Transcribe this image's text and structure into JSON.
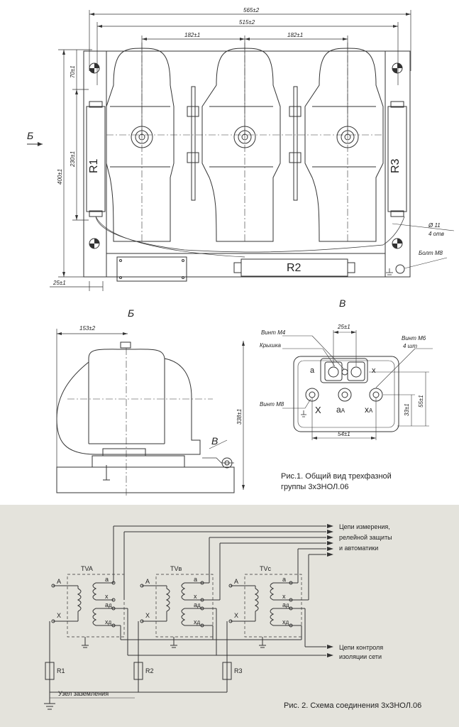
{
  "figure1": {
    "dims": {
      "overall_width": "565±2",
      "frame_width": "515±2",
      "pitch_left": "182±1",
      "pitch_right": "182±1",
      "height_overall": "400±1",
      "height_top": "70±1",
      "height_resistor": "230±1",
      "left_offset": "25±1",
      "side_width": "153±2",
      "side_height": "338±1",
      "screw_pitch": "25±1",
      "box_width": "54±1",
      "h1": "33±1",
      "h2": "55±1"
    },
    "resistors": {
      "r1": "R1",
      "r2": "R2",
      "r3": "R3"
    },
    "notes": {
      "hole_dia": "Ø 11",
      "hole_count": "4 отв",
      "bolt": "Болт M8",
      "screw_m4": "Винт M4",
      "cover": "Крышка",
      "screw_m6": "Винт M6",
      "screw_m6_count": "4 шт",
      "screw_m8": "Винт M8"
    },
    "views": {
      "b_arrow": "Б",
      "b_title": "Б",
      "v_title": "В",
      "v_arrow": "В"
    },
    "terminals": {
      "a": "a",
      "x": "x",
      "aA": "a",
      "aA_sub": "А",
      "xA": "x",
      "xA_sub": "А",
      "X": "X"
    },
    "caption_line1": "Рис.1. Общий вид трехфазной",
    "caption_line2": "группы 3хЗНОЛ.06"
  },
  "figure2": {
    "outputs_top": [
      "Цепи измерения,",
      "релейной защиты",
      "и автоматики"
    ],
    "outputs_bottom": [
      "Цепи контроля",
      "изоляции сети"
    ],
    "transformers": [
      {
        "name": "TVA",
        "A": "A",
        "X": "X",
        "a": "a",
        "x": "x",
        "ad": "a",
        "xd": "x",
        "sub": "д"
      },
      {
        "name": "TVв",
        "A": "A",
        "X": "X",
        "a": "a",
        "x": "x",
        "ad": "a",
        "xd": "x",
        "sub": "д"
      },
      {
        "name": "TVс",
        "A": "A",
        "X": "X",
        "a": "a",
        "x": "x",
        "ad": "a",
        "xd": "x",
        "sub": "д"
      }
    ],
    "resistors": [
      "R1",
      "R2",
      "R3"
    ],
    "ground_node": "Узел заземления",
    "caption": "Рис. 2. Схема соединения 3хЗНОЛ.06"
  },
  "colors": {
    "line": "#333333",
    "paper": "#ffffff",
    "panel": "#e4e3dc"
  }
}
